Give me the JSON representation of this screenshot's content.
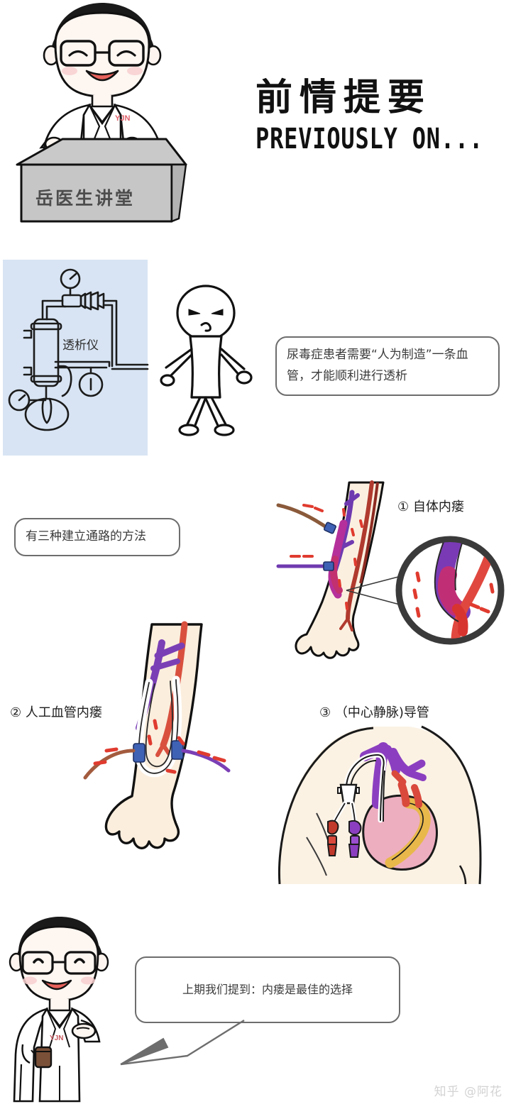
{
  "header": {
    "title_cn": "前情提要",
    "title_en": "PREVIOUSLY ON...",
    "podium_label": "岳医生讲堂",
    "coat_monogram": "YJN"
  },
  "dialysis_section": {
    "machine_label": "透析仪",
    "callout": "尿毒症患者需要“人为制造”一条血管，才能顺利进行透析",
    "panel_color": "#d8e4f3"
  },
  "methods_section": {
    "intro_callout": "有三种建立通路的方法",
    "methods": [
      {
        "index": "①",
        "label": "① 自体内瘘"
      },
      {
        "index": "②",
        "label": "② 人工血管内瘘"
      },
      {
        "index": "③",
        "label": "③ （中心静脉)导管"
      }
    ]
  },
  "footer": {
    "speech": "上期我们提到：内瘘是最佳的选择",
    "coat_monogram": "YJN",
    "watermark": "知乎 @阿花"
  },
  "colors": {
    "artery": "#c0392b",
    "vein": "#7b3fb5",
    "fistula": "#b5309a",
    "skin": "#fbeedd",
    "outline": "#111111",
    "callout_border": "#6d6d6d",
    "panel_blue": "#d8e4f3",
    "heart": "#e8a0b4",
    "aorta_yellow": "#e8b84b",
    "needle_blue": "#3f62b5",
    "flow_arrow": "#e03b2f",
    "watermark": "#d3d3d3"
  }
}
